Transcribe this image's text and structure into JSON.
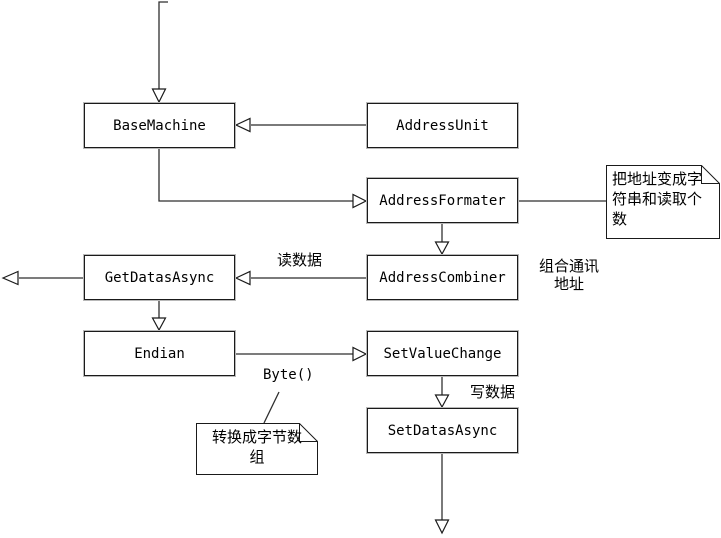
{
  "diagram": {
    "nodes": [
      {
        "id": "basemachine",
        "label": "BaseMachine"
      },
      {
        "id": "addressunit",
        "label": "AddressUnit"
      },
      {
        "id": "addressformater",
        "label": "AddressFormater"
      },
      {
        "id": "getdatasasync",
        "label": "GetDatasAsync"
      },
      {
        "id": "addresscombiner",
        "label": "AddressCombiner"
      },
      {
        "id": "endian",
        "label": "Endian"
      },
      {
        "id": "setvaluechange",
        "label": "SetValueChange"
      },
      {
        "id": "setdatasasync",
        "label": "SetDatasAsync"
      }
    ],
    "notes": [
      {
        "id": "note-address-format",
        "text": "把地址变成字符串和读取个数",
        "lines": [
          "把地址变成字",
          "符串和读取个",
          "数"
        ]
      },
      {
        "id": "note-byte-array",
        "text": "转换成字节数组",
        "lines": [
          "转换成字节数",
          "组"
        ]
      }
    ],
    "edge_labels": [
      {
        "id": "read-data",
        "text": "读数据"
      },
      {
        "id": "combine-address",
        "text": "组合通讯地址",
        "lines": [
          "组合通讯",
          "地址"
        ]
      },
      {
        "id": "byte-call",
        "text": "Byte()"
      },
      {
        "id": "write-data",
        "text": "写数据"
      }
    ],
    "colors": {
      "background": "#ffffff",
      "edge_gray": "#7a7a7a",
      "edge_dark": "#2e2e2e",
      "node_border": "#1a1a1a",
      "node_fill": "#ffffff"
    }
  }
}
